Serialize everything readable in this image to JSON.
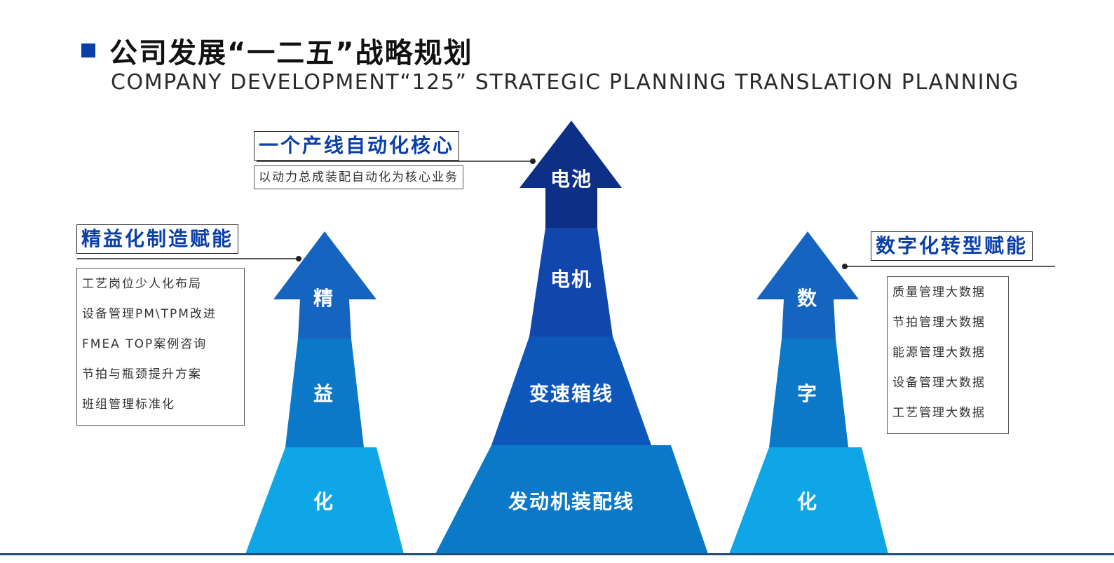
{
  "header": {
    "title_zh": "公司发展“一二五”战略规划",
    "title_en": "COMPANY DEVELOPMENT“125” STRATEGIC PLANNING TRANSLATION PLANNING"
  },
  "center": {
    "callout_title": "一个产线自动化核心",
    "callout_sub": "以动力总成装配自动化为核心业务",
    "levels": [
      "电池",
      "电机",
      "变速箱线",
      "发动机装配线"
    ]
  },
  "left": {
    "callout_title": "精益化制造赋能",
    "items": [
      "工艺岗位少人化布局",
      "设备管理PM\\TPM改进",
      "FMEA TOP案例咨询",
      "节拍与瓶颈提升方案",
      "班组管理标准化"
    ],
    "levels": [
      "精",
      "益",
      "化"
    ]
  },
  "right": {
    "callout_title": "数字化转型赋能",
    "items": [
      "质量管理大数据",
      "节拍管理大数据",
      "能源管理大数据",
      "设备管理大数据",
      "工艺管理大数据"
    ],
    "levels": [
      "数",
      "字",
      "化"
    ]
  },
  "colors": {
    "navy": "#0d2f86",
    "dark_blue": "#1146ad",
    "mid_blue": "#0c57b9",
    "blue": "#0b78c8",
    "light_blue": "#0ea6e6",
    "title_blue": "#0a3fa8"
  }
}
